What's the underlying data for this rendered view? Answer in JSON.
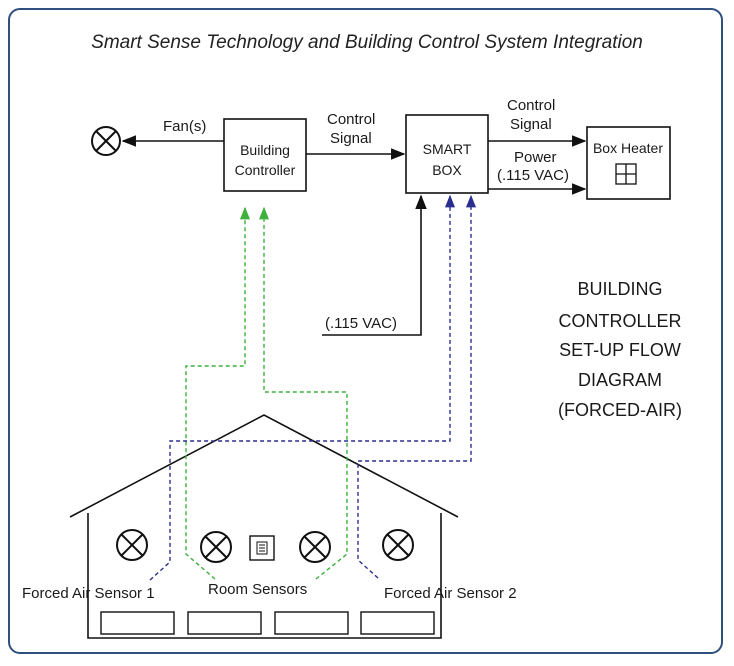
{
  "title": "Smart Sense Technology and Building Control System Integration",
  "colors": {
    "frame": "#2f4f7f",
    "green_signal": "#3db03d",
    "blue_signal": "#2a2f8f",
    "line": "#111111"
  },
  "nodes": {
    "fan_label": "Fan(s)",
    "building_controller": [
      "Building",
      "Controller"
    ],
    "smart_box": [
      "SMART",
      "BOX"
    ],
    "box_heater": "Box Heater"
  },
  "edges": {
    "control_signal_1": [
      "Control",
      "Signal"
    ],
    "control_signal_2": [
      "Control",
      "Signal"
    ],
    "power": [
      "Power",
      "(.115 VAC)"
    ],
    "vac_input": "(.115 VAC)"
  },
  "diagram_caption": [
    "BUILDING",
    "CONTROLLER",
    "SET-UP FLOW",
    "DIAGRAM",
    "(FORCED-AIR)"
  ],
  "sensors": {
    "forced_air_1": "Forced Air Sensor 1",
    "room": "Room Sensors",
    "forced_air_2": "Forced Air Sensor 2"
  },
  "icons": [
    "fan-icon",
    "heater-grid-icon",
    "thermostat-icon",
    "vent-fan-icon"
  ]
}
